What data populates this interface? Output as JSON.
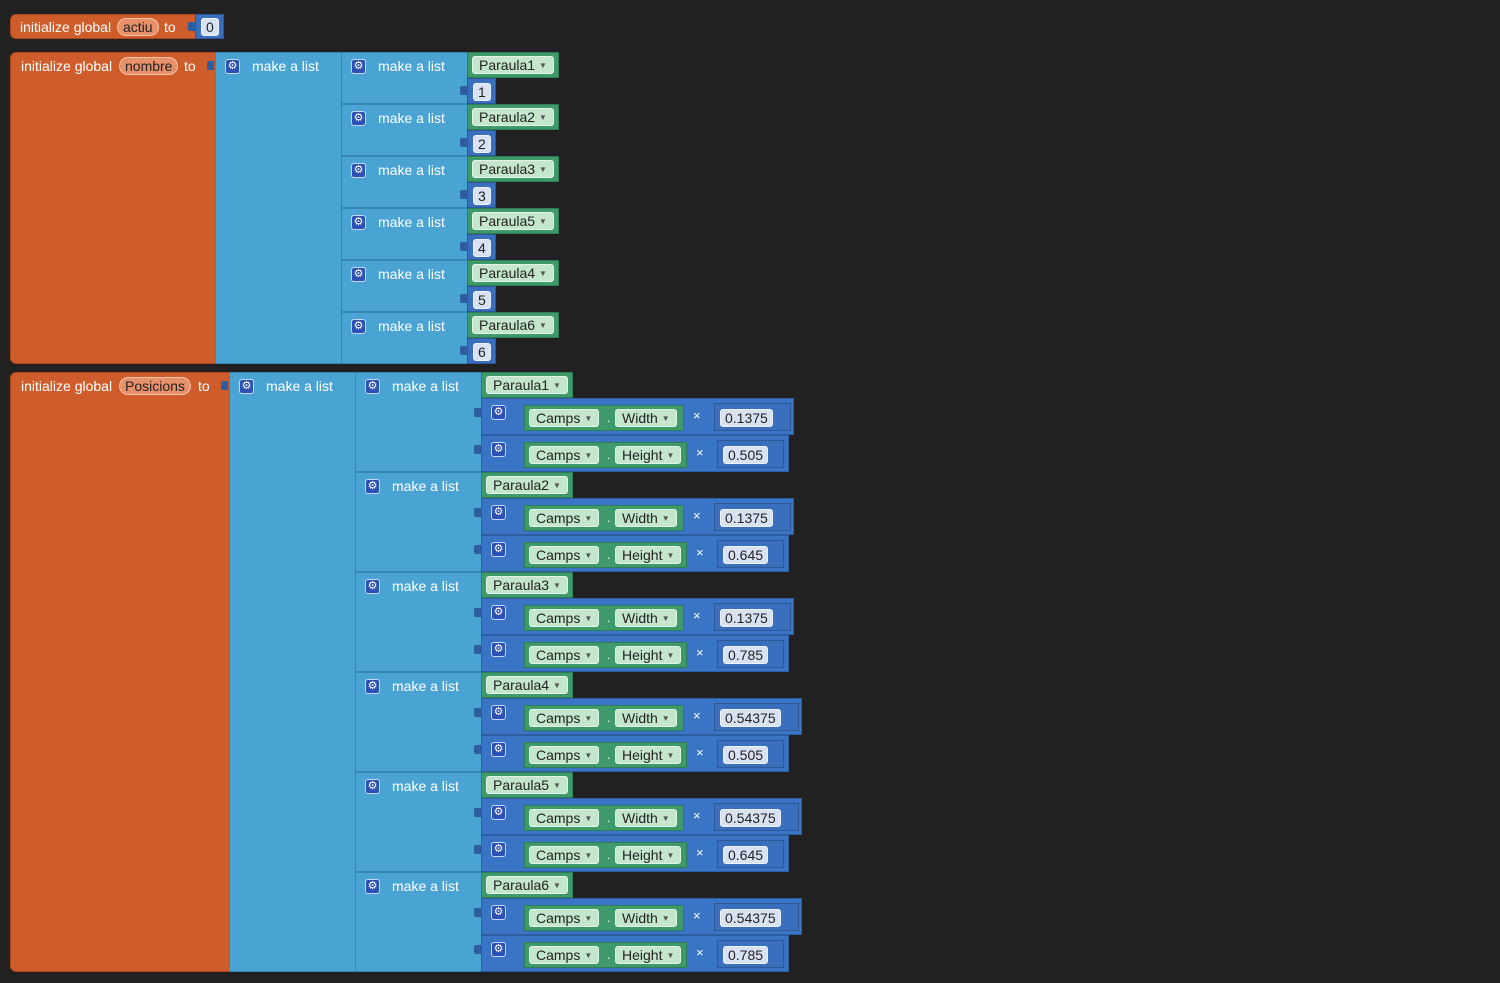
{
  "variables": [
    {
      "keyword": "initialize global",
      "name": "actiu",
      "to": "to",
      "value": "0"
    },
    {
      "keyword": "initialize global",
      "name": "nombre",
      "to": "to",
      "list_label": "make a list",
      "items": [
        {
          "label": "make a list",
          "dropdown": "Paraula1",
          "number": "1"
        },
        {
          "label": "make a list",
          "dropdown": "Paraula2",
          "number": "2"
        },
        {
          "label": "make a list",
          "dropdown": "Paraula3",
          "number": "3"
        },
        {
          "label": "make a list",
          "dropdown": "Paraula5",
          "number": "4"
        },
        {
          "label": "make a list",
          "dropdown": "Paraula4",
          "number": "5"
        },
        {
          "label": "make a list",
          "dropdown": "Paraula6",
          "number": "6"
        }
      ]
    },
    {
      "keyword": "initialize global",
      "name": "Posicions",
      "to": "to",
      "list_label": "make a list",
      "items": [
        {
          "label": "make a list",
          "dropdown": "Paraula1",
          "rows": [
            {
              "component": "Camps",
              "property": "Width",
              "op": "×",
              "value": "0.1375"
            },
            {
              "component": "Camps",
              "property": "Height",
              "op": "×",
              "value": "0.505"
            }
          ]
        },
        {
          "label": "make a list",
          "dropdown": "Paraula2",
          "rows": [
            {
              "component": "Camps",
              "property": "Width",
              "op": "×",
              "value": "0.1375"
            },
            {
              "component": "Camps",
              "property": "Height",
              "op": "×",
              "value": "0.645"
            }
          ]
        },
        {
          "label": "make a list",
          "dropdown": "Paraula3",
          "rows": [
            {
              "component": "Camps",
              "property": "Width",
              "op": "×",
              "value": "0.1375"
            },
            {
              "component": "Camps",
              "property": "Height",
              "op": "×",
              "value": "0.785"
            }
          ]
        },
        {
          "label": "make a list",
          "dropdown": "Paraula4",
          "rows": [
            {
              "component": "Camps",
              "property": "Width",
              "op": "×",
              "value": "0.54375"
            },
            {
              "component": "Camps",
              "property": "Height",
              "op": "×",
              "value": "0.505"
            }
          ]
        },
        {
          "label": "make a list",
          "dropdown": "Paraula5",
          "rows": [
            {
              "component": "Camps",
              "property": "Width",
              "op": "×",
              "value": "0.54375"
            },
            {
              "component": "Camps",
              "property": "Height",
              "op": "×",
              "value": "0.645"
            }
          ]
        },
        {
          "label": "make a list",
          "dropdown": "Paraula6",
          "rows": [
            {
              "component": "Camps",
              "property": "Width",
              "op": "×",
              "value": "0.54375"
            },
            {
              "component": "Camps",
              "property": "Height",
              "op": "×",
              "value": "0.785"
            }
          ]
        }
      ]
    }
  ],
  "icons": {
    "mutator": "gear-icon",
    "dropdown": "triangle-down-icon"
  },
  "colors": {
    "background": "#212121",
    "variables": "#cf5c2b",
    "lists": "#4aa4d3",
    "math": "#3a6fbe",
    "components": "#3e9a6b"
  }
}
